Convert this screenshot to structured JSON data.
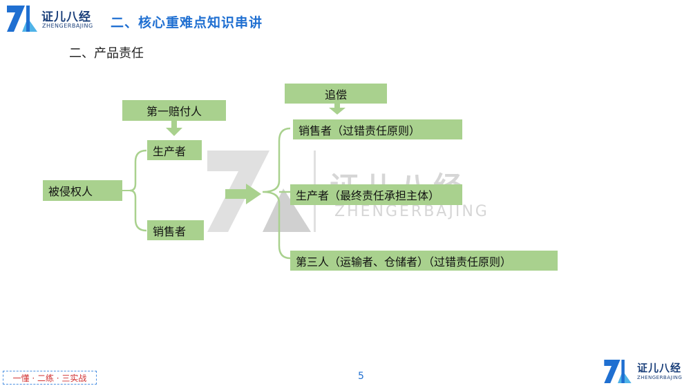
{
  "header": {
    "brand_cn": "证儿八经",
    "brand_en": "ZHENGERBAJING",
    "section_title": "二、核心重难点知识串讲"
  },
  "subtitle": "二、产品责任",
  "diagram": {
    "first_payer_label": "第一赔付人",
    "recourse_label": "追偿",
    "victim": "被侵权人",
    "left_nodes": [
      "生产者",
      "销售者"
    ],
    "right_nodes": [
      "销售者（过错责任原则）",
      "生产者（最终责任承担主体）",
      "第三人（运输者、仓储者）（过错责任原则）"
    ],
    "colors": {
      "box": "#a9d18e",
      "accent": "#1f6fd1"
    }
  },
  "watermark": {
    "cn": "证儿八经",
    "en": "ZHENGERBAJING"
  },
  "footer": {
    "slogan": "一懂 · 二练 · 三实战",
    "page_number": "5",
    "brand_cn": "证儿八经",
    "brand_en": "ZHENGERBAJING"
  }
}
